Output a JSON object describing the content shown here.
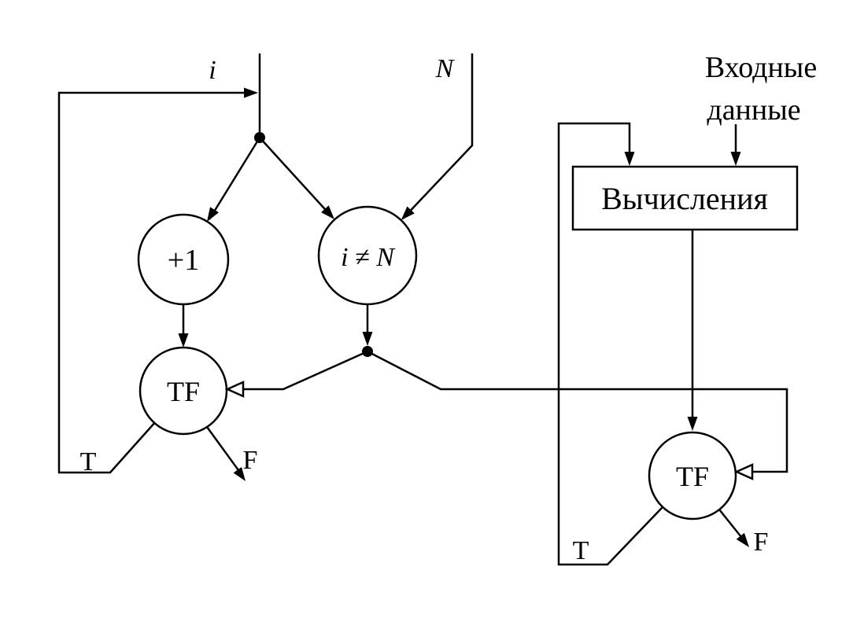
{
  "diagram": {
    "colors": {
      "line": "#000000",
      "background": "#ffffff"
    },
    "labels": {
      "var_i": "i",
      "var_n": "N",
      "increment": "+1",
      "compare": "i ≠ N",
      "gate_left": "TF",
      "gate_right": "TF",
      "input_data_line1": "Входные",
      "input_data_line2": "данные",
      "compute": "Вычисления",
      "true_left": "T",
      "false_left": "F",
      "true_right": "T",
      "false_right": "F"
    }
  }
}
